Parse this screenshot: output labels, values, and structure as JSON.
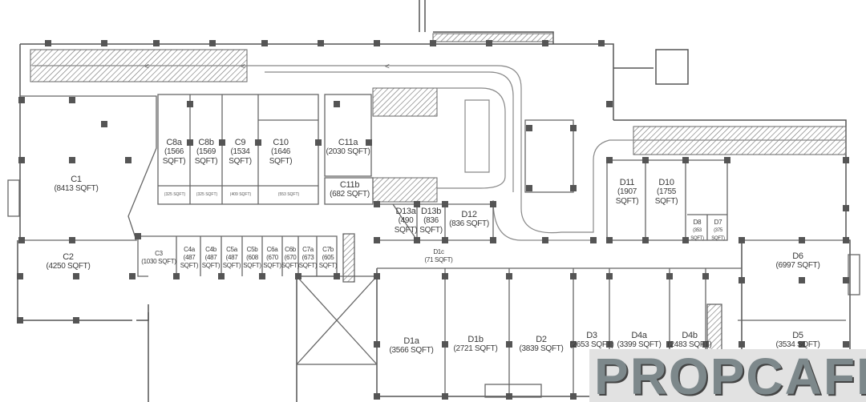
{
  "units": {
    "C1": {
      "name": "C1",
      "area": "(8413 SQFT)"
    },
    "C2": {
      "name": "C2",
      "area": "(4250 SQFT)"
    },
    "C3": {
      "name": "C3",
      "area": "(1030 SQFT)"
    },
    "C4a": {
      "name": "C4a",
      "area": "(487 SQFT)"
    },
    "C4b": {
      "name": "C4b",
      "area": "(487 SQFT)"
    },
    "C5a": {
      "name": "C5a",
      "area": "(487 SQFT)"
    },
    "C5b": {
      "name": "C5b",
      "area": "(608 SQFT)"
    },
    "C6a": {
      "name": "C6a",
      "area": "(670 SQFT)"
    },
    "C6b": {
      "name": "C6b",
      "area": "(670 SQFT)"
    },
    "C7a": {
      "name": "C7a",
      "area": "(673 SQFT)"
    },
    "C7b": {
      "name": "C7b",
      "area": "(605 SQFT)"
    },
    "C8a": {
      "name": "C8a",
      "area": "(1566 SQFT)"
    },
    "C8b": {
      "name": "C8b",
      "area": "(1569 SQFT)"
    },
    "C9": {
      "name": "C9",
      "area": "(1534 SQFT)"
    },
    "C10": {
      "name": "C10",
      "area": "(1646 SQFT)"
    },
    "C11a": {
      "name": "C11a",
      "area": "(2030 SQFT)"
    },
    "C11b": {
      "name": "C11b",
      "area": "(682 SQFT)"
    },
    "D1a": {
      "name": "D1a",
      "area": "(3566 SQFT)"
    },
    "D1b": {
      "name": "D1b",
      "area": "(2721 SQFT)"
    },
    "D1c": {
      "name": "D1c",
      "area": "(71 SQFT)"
    },
    "D2": {
      "name": "D2",
      "area": "(3839 SQFT)"
    },
    "D3": {
      "name": "D3",
      "area": "(2653 SQFT)"
    },
    "D4a": {
      "name": "D4a",
      "area": "(3399 SQFT)"
    },
    "D4b": {
      "name": "D4b",
      "area": "(2483 SQFT)"
    },
    "D5": {
      "name": "D5",
      "area": "(3534 SQFT)"
    },
    "D6": {
      "name": "D6",
      "area": "(6997 SQFT)"
    },
    "D7": {
      "name": "D7",
      "area": "(375 SQFT)"
    },
    "D8": {
      "name": "D8",
      "area": "(353 SQFT)"
    },
    "D10": {
      "name": "D10",
      "area": "(1755 SQFT)"
    },
    "D11": {
      "name": "D11",
      "area": "(1907 SQFT)"
    },
    "D12": {
      "name": "D12",
      "area": "(836 SQFT)"
    },
    "D13a": {
      "name": "D13a",
      "area": "(490 SQFT)"
    },
    "D13b": {
      "name": "D13b",
      "area": "(836 SQFT)"
    }
  },
  "strips": [
    "(325 SQFT)",
    "(325 SQFT)",
    "(409 SQFT)",
    "(553 SQFT)"
  ],
  "watermark": "PROPCAFE",
  "colors": {
    "wall": "#555555",
    "column": "#555555",
    "hatch": "#777777"
  }
}
